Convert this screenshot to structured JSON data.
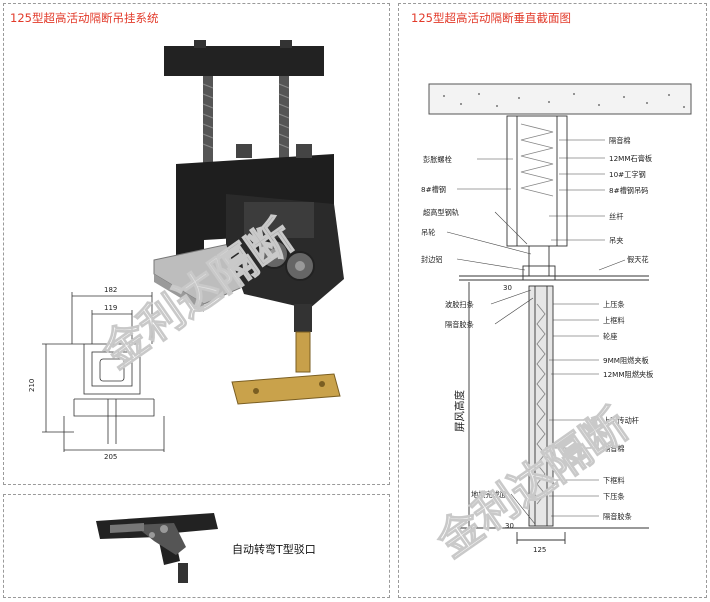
{
  "panels": {
    "hanging_system": {
      "title": "125型超高活动隔断吊挂系统"
    },
    "section": {
      "title": "125型超高活动隔断垂直截面图"
    },
    "tjoint": {
      "caption": "自动转弯T型驳口"
    }
  },
  "dimensions": {
    "d182": "182",
    "d119": "119",
    "d210": "210",
    "d205": "205",
    "d30_top": "30",
    "d30_bottom": "30",
    "d125": "125"
  },
  "section_labels": {
    "left": [
      "彭胀螺栓",
      "8#槽钢",
      "超高型钢轨",
      "吊轮",
      "封边铝",
      "波胶扫条",
      "隔音胶条",
      "地板完成面"
    ],
    "right": [
      "隔音棉",
      "12MM石膏板",
      "10#工字钢",
      "8#槽钢吊码",
      "丝杆",
      "吊夹",
      "假天花",
      "上压条",
      "上框料",
      "轮座",
      "9MM阻燃夹板",
      "12MM阻燃夹板",
      "上下传动杆",
      "隔音棉",
      "下框料",
      "下压条",
      "隔音胶条"
    ],
    "vertical": "屏风高度"
  },
  "watermark": "金利达隔断"
}
